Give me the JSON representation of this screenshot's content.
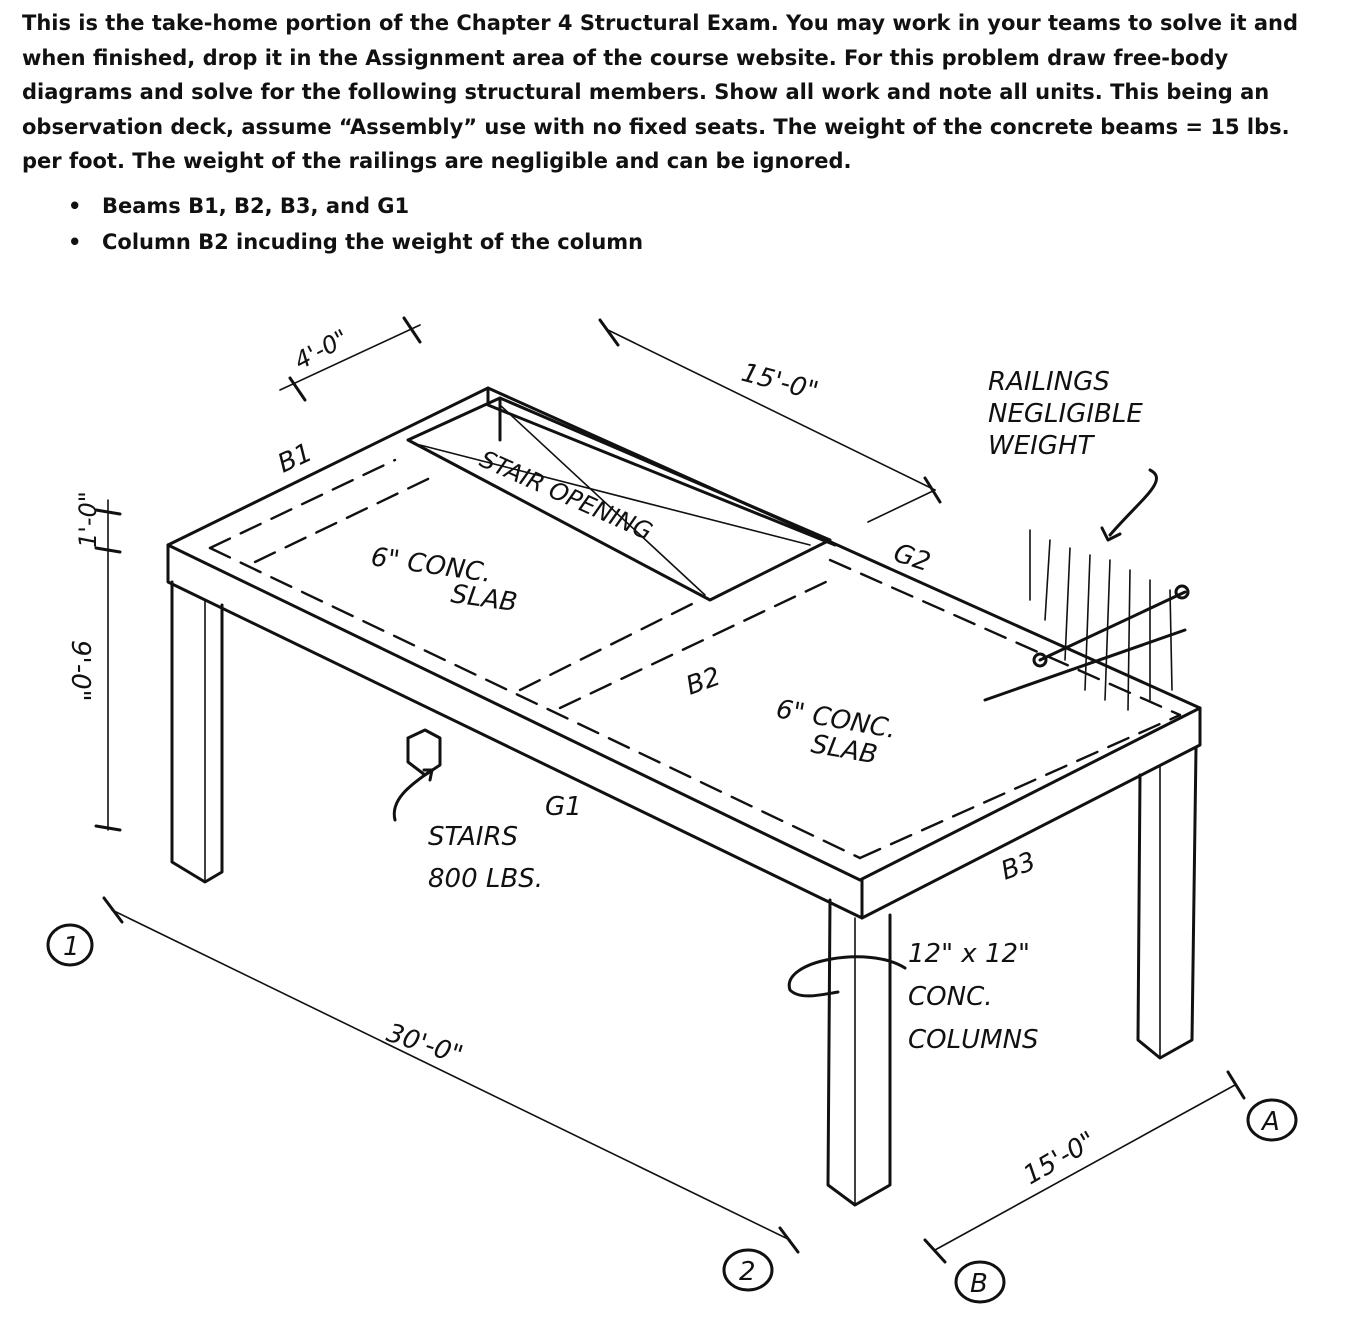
{
  "intro_text": "This is the take-home portion of the Chapter 4 Structural Exam. You may work in your teams to solve it and when finished, drop it in the Assignment area of the course website. For this problem draw free-body diagrams and solve for the following structural members. Show all work and note all units. This being an observation deck, assume “Assembly” use with no fixed seats. The weight of the concrete beams = 15 lbs. per foot. The weight of the railings are negligible and can be ignored.",
  "bullets": [
    "Beams B1, B2, B3, and G1",
    "Column B2 incuding the weight of the column"
  ],
  "drawing": {
    "dim_4ft": "4'-0\"",
    "dim_15ft_top": "15'-0\"",
    "dim_1ft": "1'-0\"",
    "dim_9ft": "9'-0\"",
    "dim_30ft": "30'-0\"",
    "dim_15ft_bottom": "15'-0\"",
    "label_b1": "B1",
    "label_b2": "B2",
    "label_b3": "B3",
    "label_g1": "G1",
    "label_g2": "G2",
    "stair_opening": "STAIR OPENING",
    "slab1_line1": "6\" CONC.",
    "slab1_line2": "SLAB",
    "slab2_line1": "6\" CONC.",
    "slab2_line2": "SLAB",
    "railings_line1": "RAILINGS",
    "railings_line2": "NEGLIGIBLE",
    "railings_line3": "WEIGHT",
    "stairs_line1": "STAIRS",
    "stairs_line2": "800 LBS.",
    "columns_line1": "12\" x 12\"",
    "columns_line2": "CONC.",
    "columns_line3": "COLUMNS",
    "grid_1": "1",
    "grid_2": "2",
    "grid_a": "A",
    "grid_b": "B"
  }
}
